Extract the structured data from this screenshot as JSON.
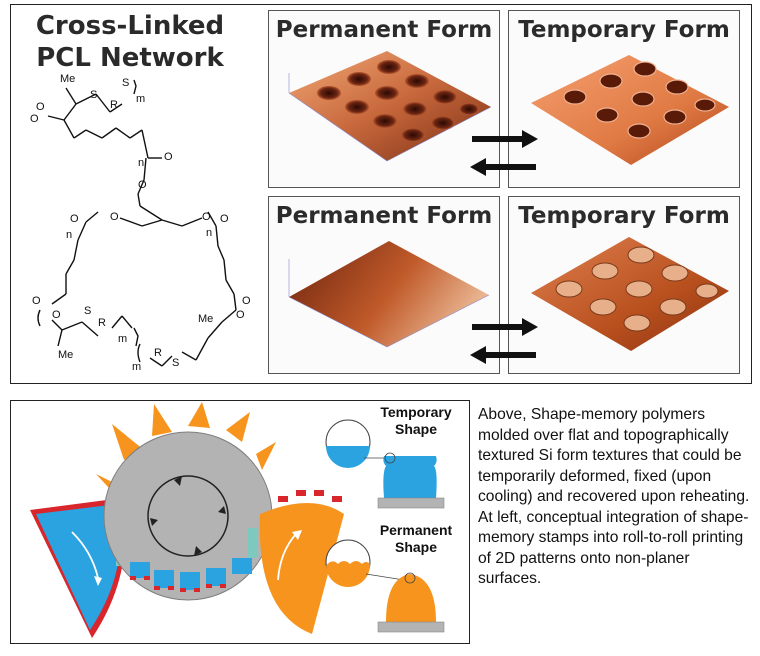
{
  "top": {
    "network_title": "Cross-Linked PCL Network",
    "afm": [
      {
        "label": "Permanent Form"
      },
      {
        "label": "Temporary Form"
      },
      {
        "label": "Permanent Form"
      },
      {
        "label": "Temporary Form"
      }
    ],
    "chem": {
      "me": "Me",
      "s": "S",
      "r": "R",
      "m": "m",
      "n": "n",
      "o": "O"
    }
  },
  "bottom": {
    "temporary_shape_label": "Temporary Shape",
    "permanent_shape_label": "Permanent Shape"
  },
  "caption": "Above, Shape-memory polymers molded over flat and topographically textured Si form textures that could be temporarily deformed, fixed (upon cooling) and recovered upon reheating. At left, conceptual integration of shape-memory stamps into roll-to-roll printing of 2D patterns onto non-planer surfaces.",
  "colors": {
    "blue": "#2aa3e0",
    "orange": "#f7941d",
    "red": "#e0282e",
    "gray": "#b3b3b3",
    "afm_dark": "#7a2a10",
    "afm_light": "#e8885a"
  }
}
